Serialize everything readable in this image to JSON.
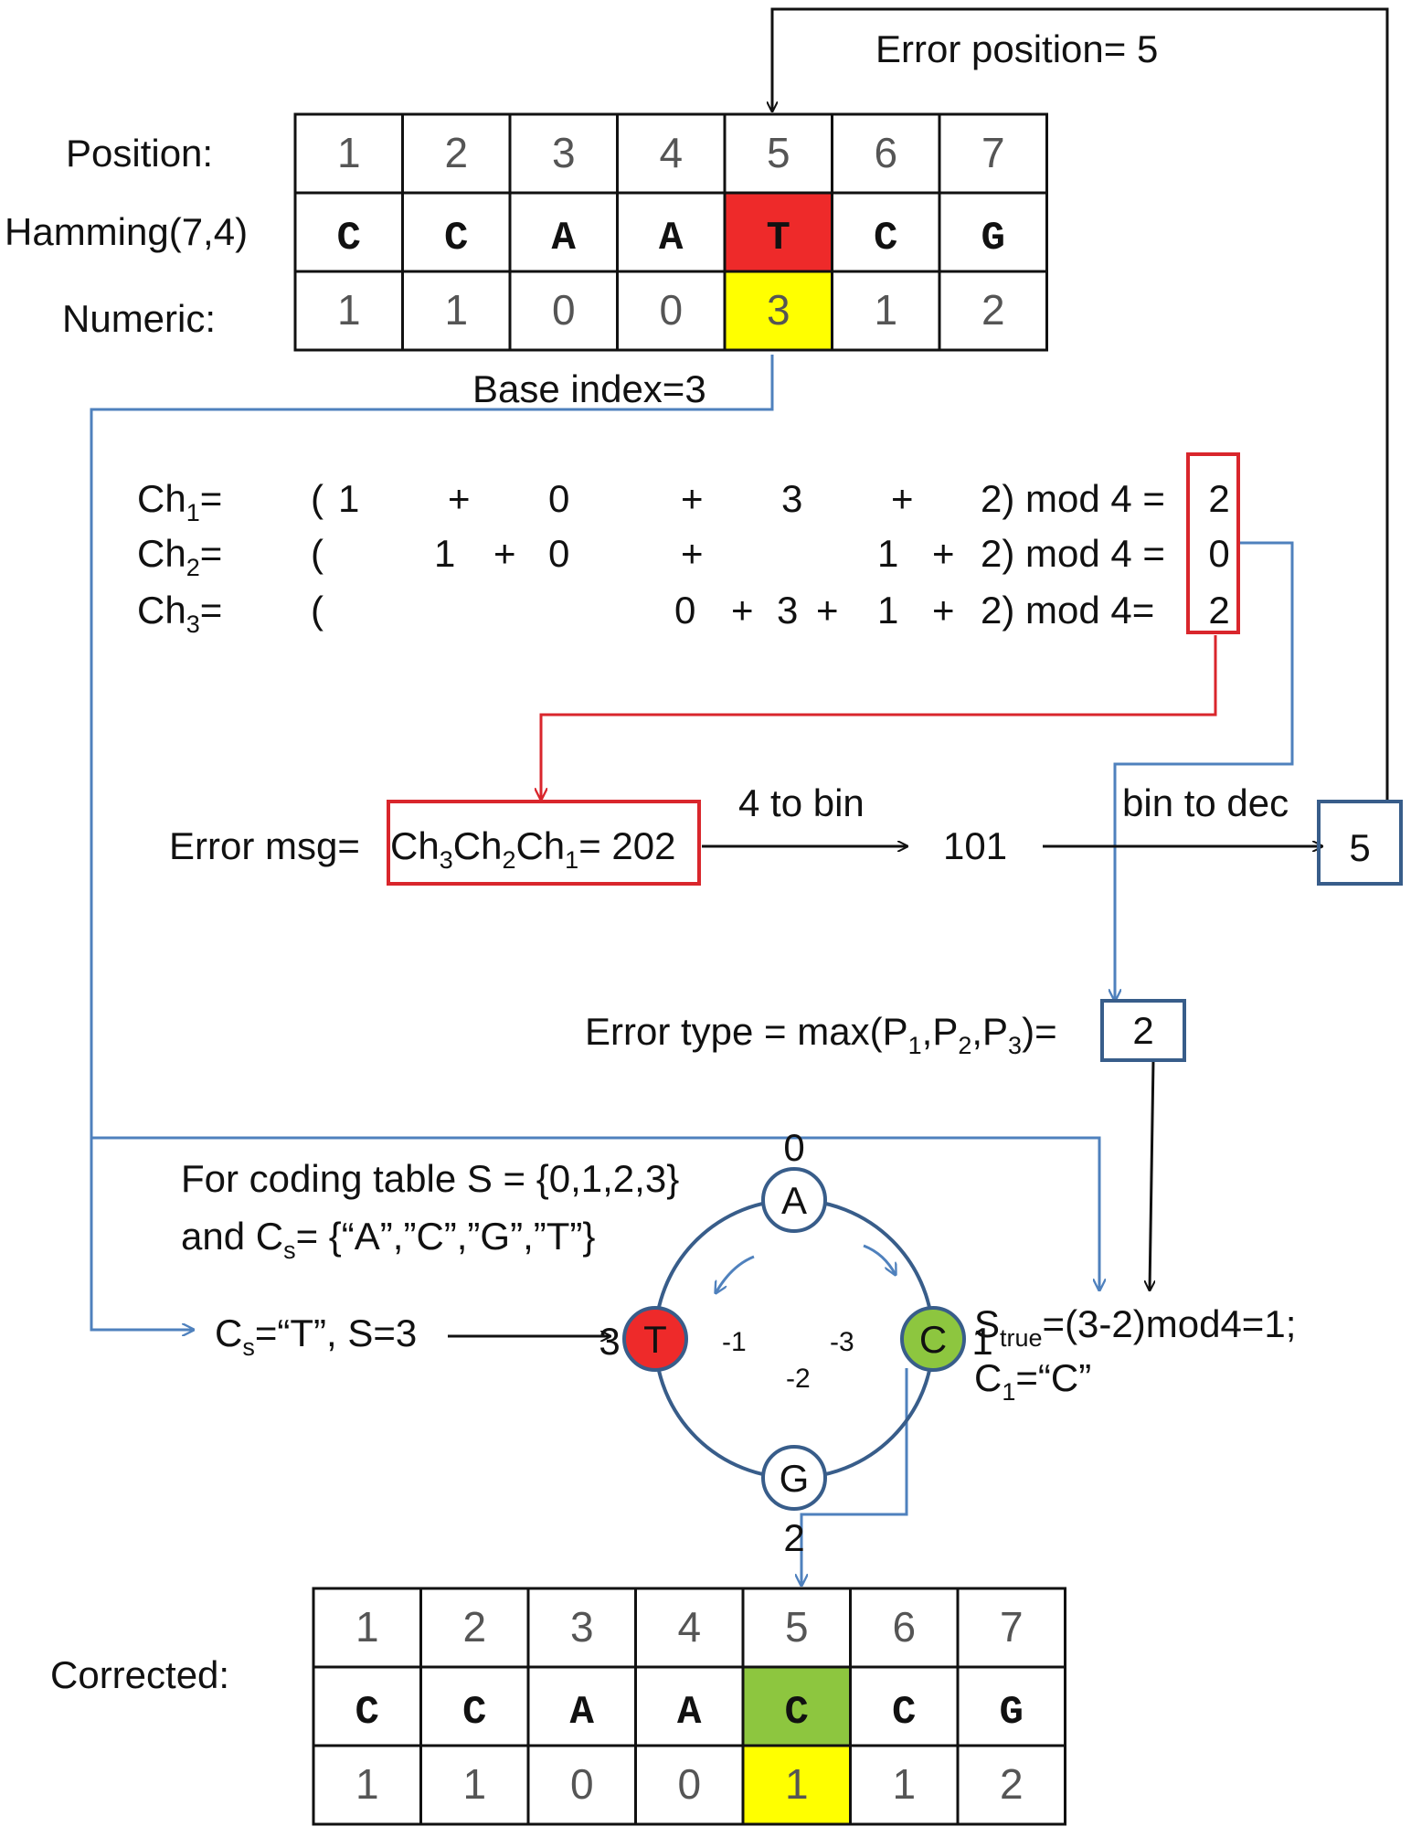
{
  "colors": {
    "blue_line": "#4f81bd",
    "red_line": "#d9262c",
    "box_blue": "#385d8a",
    "error_red": "#ee2a2a",
    "highlight_yellow": "#ffff00",
    "correct_green": "#8dc63f"
  },
  "top_arrow_label": "Error position= 5",
  "top_table": {
    "row_labels": [
      "Position:",
      "Hamming(7,4)",
      "Numeric:"
    ],
    "positions": [
      "1",
      "2",
      "3",
      "4",
      "5",
      "6",
      "7"
    ],
    "bases": [
      "C",
      "C",
      "A",
      "A",
      "T",
      "C",
      "G"
    ],
    "numeric": [
      "1",
      "1",
      "0",
      "0",
      "3",
      "1",
      "2"
    ],
    "error_column": 5
  },
  "base_index_label": "Base index=3",
  "checks": [
    {
      "label_main": "Ch",
      "label_sub": "1",
      "label_end": "=",
      "terms": [
        "(",
        "1",
        "+",
        "0",
        "+",
        "3",
        "+",
        "2) mod 4 ="
      ],
      "result": "2"
    },
    {
      "label_main": "Ch",
      "label_sub": "2",
      "label_end": "=",
      "terms": [
        "(",
        "1",
        "+",
        "0",
        "+",
        "1",
        "+",
        "2) mod 4 ="
      ],
      "result": "0"
    },
    {
      "label_main": "Ch",
      "label_sub": "3",
      "label_end": "=",
      "terms": [
        "(",
        "0",
        "+",
        "3",
        "+",
        "1",
        "+",
        "2) mod 4="
      ],
      "result": "2"
    }
  ],
  "error_msg": {
    "prefix": "Error msg=",
    "ch": "Ch",
    "subs": [
      "3",
      "2",
      "1"
    ],
    "suffix": "= 202",
    "four_to_bin": "4 to bin",
    "binary": "101",
    "bin_to_dec": "bin to dec",
    "decimal": "5"
  },
  "error_type": {
    "prefix": "Error type = max(P",
    "subs": [
      "1",
      "2",
      "3"
    ],
    "sep": ",",
    "suffix": ")=",
    "value": "2"
  },
  "coding_table": {
    "line1": "For coding table S = {0,1,2,3}",
    "line2_prefix": "and C",
    "line2_sub": "s",
    "line2_suffix": "= {“A”,”C”,”G”,”T”}"
  },
  "cs_assignment": {
    "prefix": "C",
    "sub": "s",
    "suffix": "=“T”, S=3"
  },
  "wheel": {
    "nodes": [
      {
        "base": "A",
        "index": "0"
      },
      {
        "base": "C",
        "index": "1"
      },
      {
        "base": "G",
        "index": "2"
      },
      {
        "base": "T",
        "index": "3"
      }
    ],
    "offsets": [
      "-1",
      "-2",
      "-3"
    ]
  },
  "result_text": {
    "s_main": "S",
    "s_sub": "true",
    "s_suffix": "=(3-2)mod4=1;",
    "c_main": "C",
    "c_sub": "1",
    "c_suffix": "=“C”"
  },
  "bottom_table": {
    "label": "Corrected:",
    "positions": [
      "1",
      "2",
      "3",
      "4",
      "5",
      "6",
      "7"
    ],
    "bases": [
      "C",
      "C",
      "A",
      "A",
      "C",
      "C",
      "G"
    ],
    "numeric": [
      "1",
      "1",
      "0",
      "0",
      "1",
      "1",
      "2"
    ],
    "corrected_column": 5
  }
}
